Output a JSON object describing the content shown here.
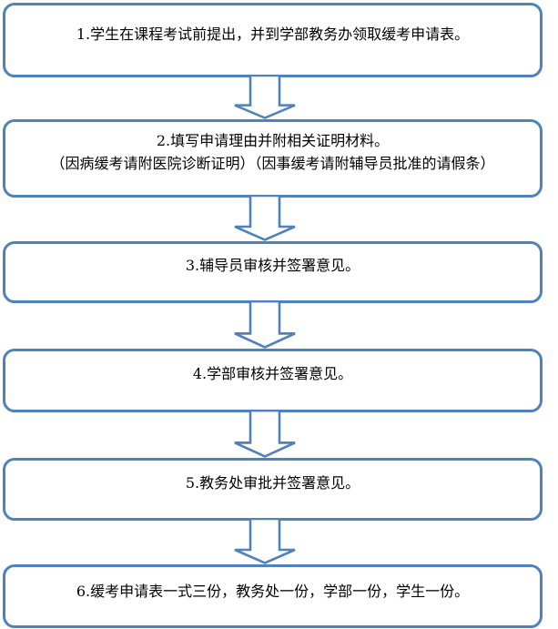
{
  "flow": {
    "accent_color": "#4F81BD",
    "background_color": "#FFFFFF",
    "text_color": "#000000",
    "steps": [
      {
        "lines": [
          "1.学生在课程考试前提出，并到学部教务办领取缓考申请表。"
        ]
      },
      {
        "lines": [
          "2.填写申请理由并附相关证明材料。",
          "（因病缓考请附医院诊断证明）（因事缓考请附辅导员批准的请假条）"
        ]
      },
      {
        "lines": [
          "3.辅导员审核并签署意见。"
        ]
      },
      {
        "lines": [
          "4.学部审核并签署意见。"
        ]
      },
      {
        "lines": [
          "5.教务处审批并签署意见。"
        ]
      },
      {
        "lines": [
          "6.缓考申请表一式三份，教务处一份，学部一份，学生一份。"
        ]
      }
    ]
  }
}
